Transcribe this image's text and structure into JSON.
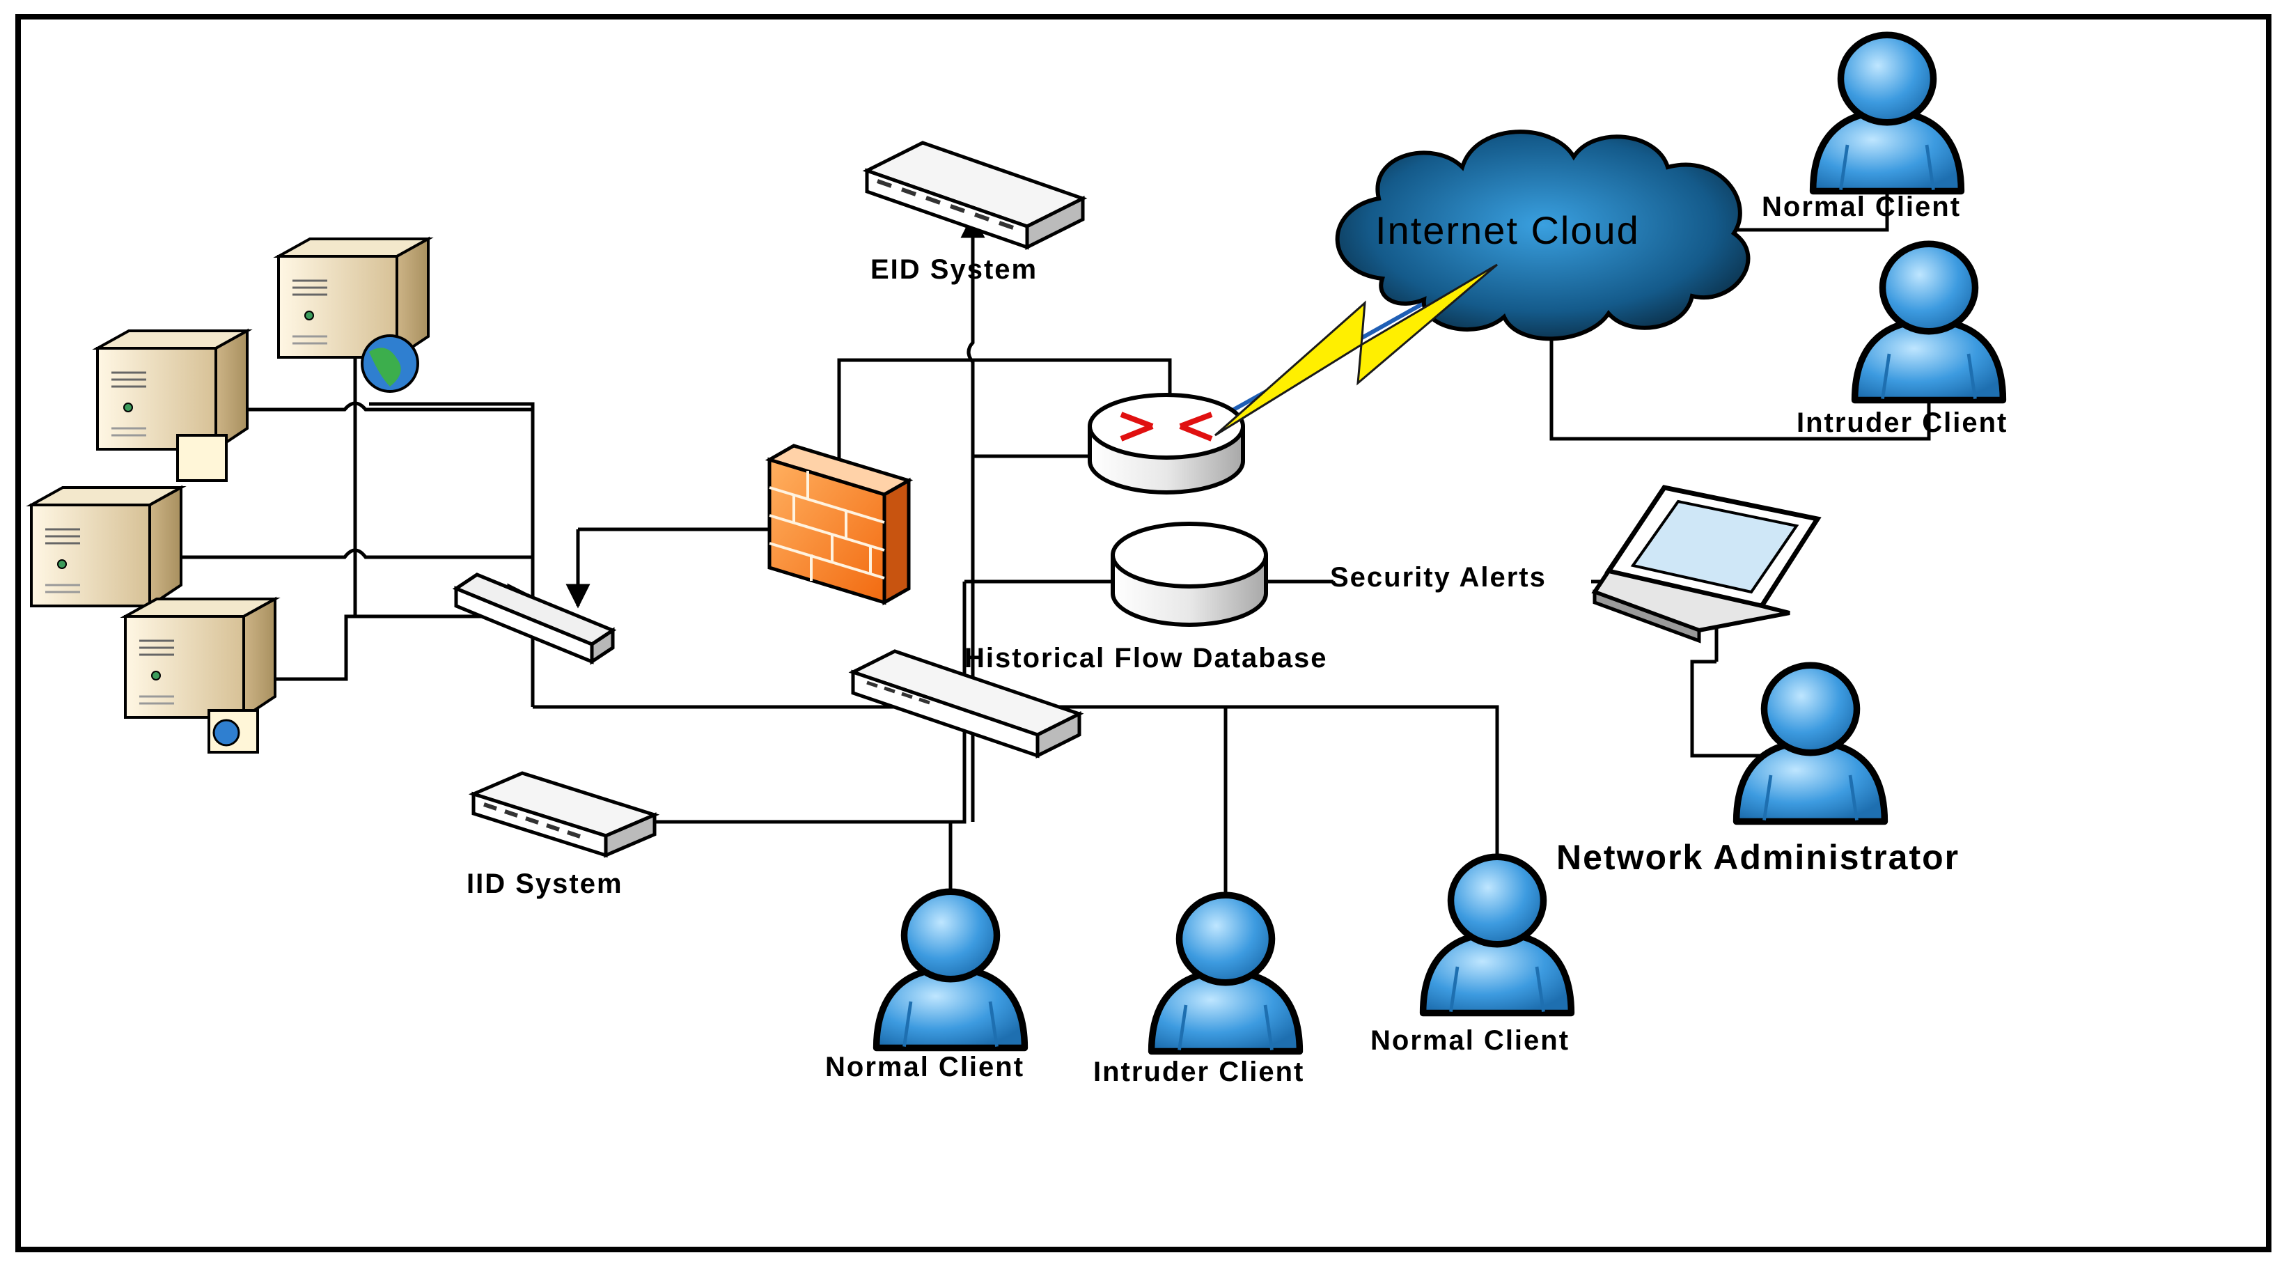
{
  "labels": {
    "internet_cloud": "Internet Cloud",
    "eid_system": "EID System",
    "iid_system": "IID System",
    "historical_db": "Historical Flow Database",
    "security_alerts": "Security Alerts",
    "network_admin": "Network Administrator",
    "normal_client": "Normal Client",
    "intruder_client": "Intruder Client"
  },
  "colors": {
    "person": "#3d9be0",
    "firewall": "#f58a2a",
    "cloud": "#1a5e8e",
    "lightning": "#ffef00",
    "router_arrows": "#e01010",
    "server": "#e8d8b0"
  },
  "icons": [
    "server-icon",
    "globe-icon",
    "switch-icon",
    "firewall-icon",
    "router-icon",
    "database-icon",
    "cloud-icon",
    "lightning-icon",
    "laptop-icon",
    "user-icon"
  ]
}
